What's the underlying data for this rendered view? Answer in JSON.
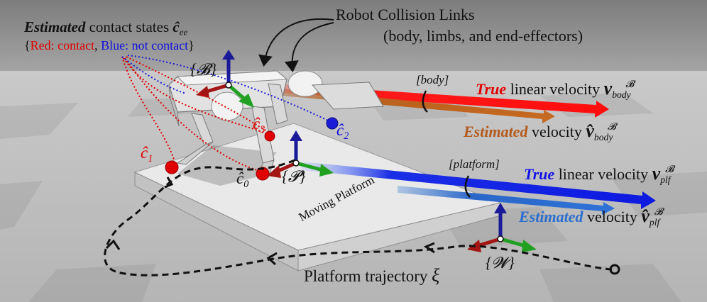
{
  "colors": {
    "contact": "#e00000",
    "not_contact": "#1010dd",
    "true_body": "#ff1a1a",
    "est_body": "#c0631c",
    "true_plf": "#1212e6",
    "est_plf": "#2a6ed0",
    "axis_x": "#a31515",
    "axis_y": "#22a022",
    "axis_z": "#1a1a99"
  },
  "collision": {
    "title": "Robot Collision Links",
    "detail": "(body, limbs, and end-effectors)"
  },
  "contact_legend": {
    "estimated": "Estimated",
    "rest": " contact states ",
    "symbol": "ĉ",
    "subscript": "ee",
    "brace_open": "{",
    "red": "Red: contact",
    "comma": ", ",
    "blue": "Blue: not contact",
    "brace_close": "}"
  },
  "frames": {
    "body": "{𝓑}",
    "platform": "{𝓟}",
    "world": "{𝓦}"
  },
  "contacts": [
    {
      "base": "ĉ",
      "index": "0",
      "state": "contact"
    },
    {
      "base": "ĉ",
      "index": "1",
      "state": "contact"
    },
    {
      "base": "ĉ",
      "index": "2",
      "state": "not contact"
    },
    {
      "base": "ĉ",
      "index": "3",
      "state": "contact"
    }
  ],
  "body_velocity": {
    "tag": "[body]",
    "true_word": "True",
    "true_rest": " linear velocity ",
    "true_symbol": "v",
    "est_word": "Estimated",
    "est_rest": " velocity ",
    "est_symbol": "v̂",
    "subscript": "body",
    "superscript": "𝓑"
  },
  "platform_velocity": {
    "tag": "[platform]",
    "true_word": "True",
    "true_rest": " linear velocity ",
    "true_symbol": "v",
    "est_word": "Estimated",
    "est_rest": " velocity ",
    "est_symbol": "v̂",
    "subscript": "plf",
    "superscript": "𝓑"
  },
  "moving_platform": "Moving Platform",
  "trajectory": {
    "label": "Platform trajectory",
    "symbol": "ξ"
  }
}
